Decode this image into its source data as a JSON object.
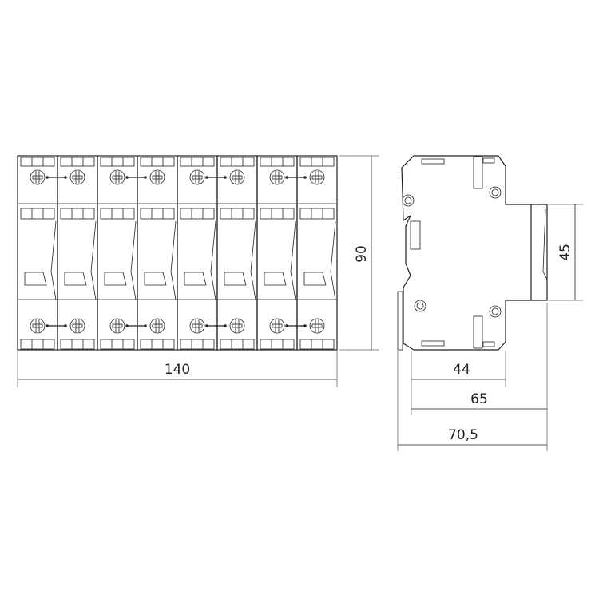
{
  "title": "Dimensional drawing: 8-module DIN rail device, front and side view",
  "front_view": {
    "modules": 8
  },
  "dimensions": {
    "width": "140",
    "height": "90",
    "rail_height": "45",
    "depth_body": "44",
    "depth_front": "65",
    "depth_total": "70,5"
  },
  "colors": {
    "line": "#222222",
    "background": "#ffffff"
  }
}
